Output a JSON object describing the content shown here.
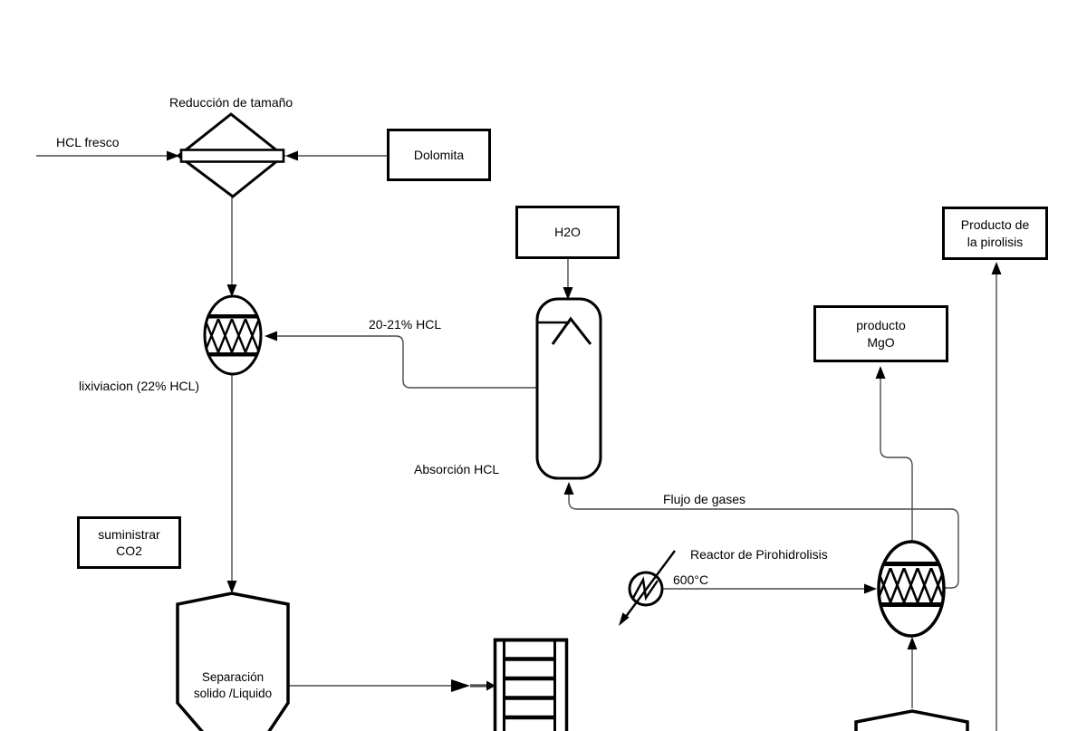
{
  "colors": {
    "background": "#ffffff",
    "shape_stroke": "#000000",
    "stream_stroke": "#4a4a4a"
  },
  "labels": {
    "size_reduction": "Reducción de tamaño",
    "hcl_fresh": "HCL fresco",
    "hcl_2021": "20-21% HCL",
    "leaching": "lixiviacion (22% HCL)",
    "absorption": "Absorción HCL",
    "gas_flow": "Flujo de gases",
    "pyro_reactor": "Reactor de Pirohidrolisis",
    "temperature": "600°C"
  },
  "boxes": {
    "dolomite": {
      "label": "Dolomita"
    },
    "water": {
      "label": "H2O"
    },
    "co2": {
      "line1": "suministrar",
      "line2": "CO2"
    },
    "mgo": {
      "line1": "producto",
      "line2": "MgO"
    },
    "pyrolysis_product": {
      "line1": "Producto de",
      "line2": "la pirolisis"
    }
  },
  "vessels": {
    "separator": {
      "line1": "Separación",
      "line2": "solido /Liquido"
    }
  }
}
